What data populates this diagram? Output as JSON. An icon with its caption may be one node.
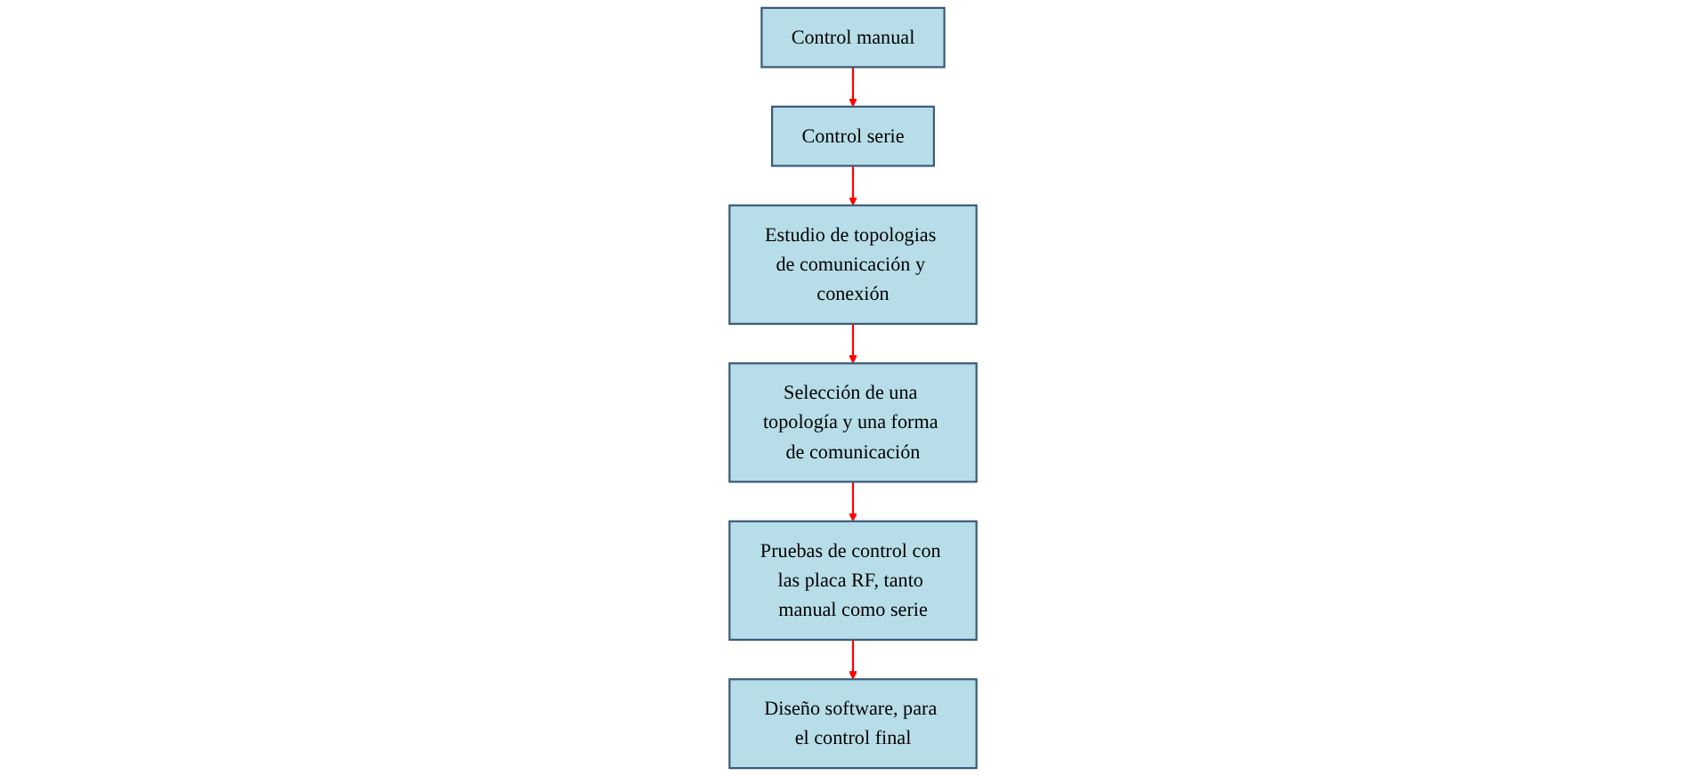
{
  "diagram": {
    "nodes": [
      {
        "text": [
          "Control manual"
        ]
      },
      {
        "text": [
          "Control serie"
        ]
      },
      {
        "text": [
          "Estudio de topologias de comunicación y conexión"
        ]
      },
      {
        "text": [
          "Selección de una topología y una forma de comunicación"
        ]
      },
      {
        "text": [
          "Pruebas de control con las placa RF, tanto manual como serie"
        ]
      },
      {
        "text": [
          "Diseño software, para el control final"
        ]
      }
    ],
    "edges": [
      {
        "from": 0,
        "to": 1,
        "arrow": "to"
      },
      {
        "from": 1,
        "to": 2,
        "arrow": "to"
      },
      {
        "from": 2,
        "to": 3,
        "arrow": "to"
      },
      {
        "from": 3,
        "to": 4,
        "arrow": "to"
      },
      {
        "from": 4,
        "to": 5,
        "arrow": "to"
      }
    ]
  }
}
